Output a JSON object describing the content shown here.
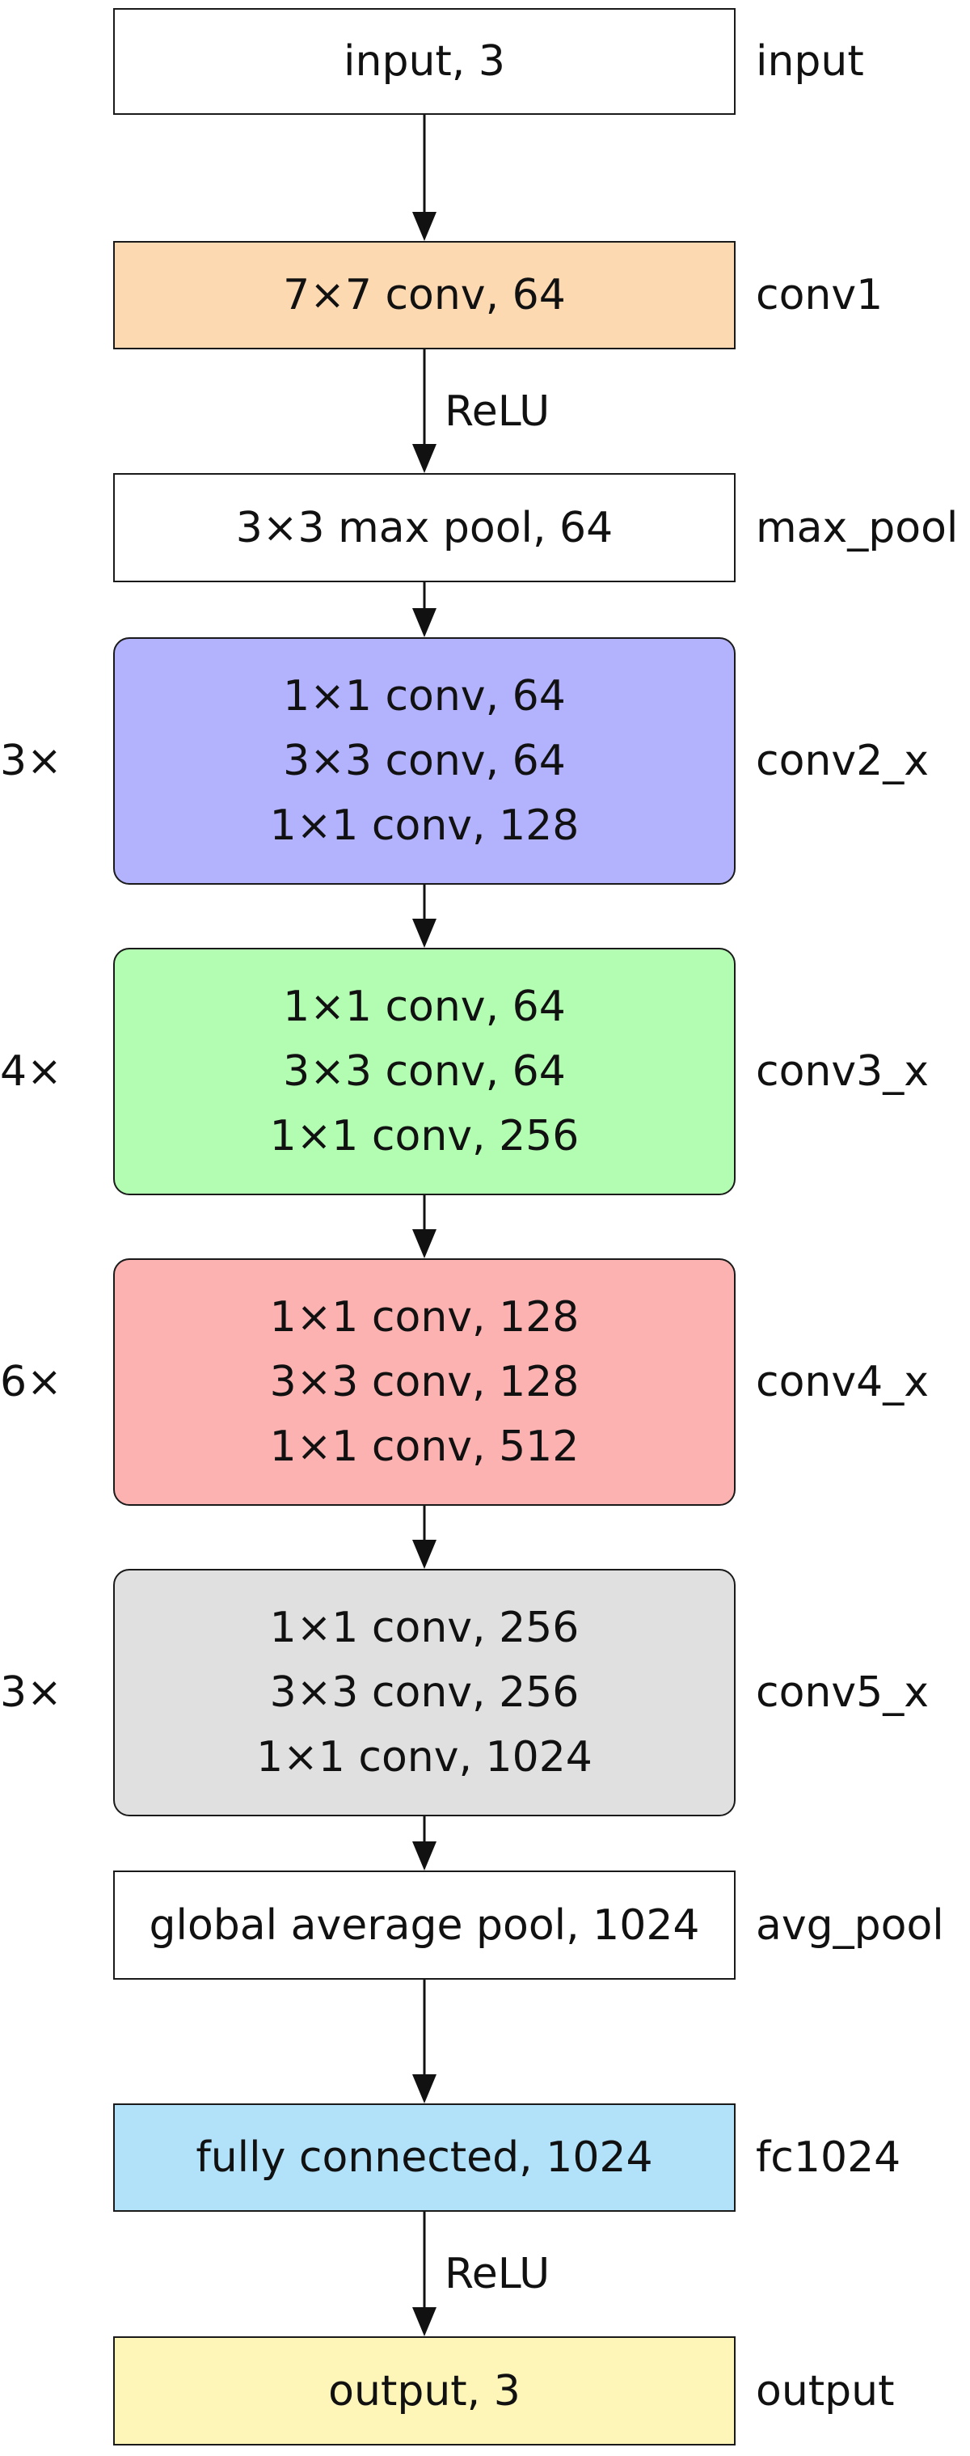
{
  "nodes": [
    {
      "id": "input",
      "lines": [
        "input, 3"
      ],
      "label": "input",
      "fill": "#ffffff",
      "rounded": false
    },
    {
      "id": "conv1",
      "lines": [
        "7×7 conv, 64"
      ],
      "label": "conv1",
      "fill": "#fdd9b2",
      "rounded": false
    },
    {
      "id": "max_pool",
      "lines": [
        "3×3 max pool, 64"
      ],
      "label": "max_pool",
      "fill": "#ffffff",
      "rounded": false
    },
    {
      "id": "conv2_x",
      "lines": [
        "1×1 conv, 64",
        "3×3 conv, 64",
        "1×1 conv, 128"
      ],
      "label": "conv2_x",
      "repeat": "3×",
      "fill": "#b2b2fd",
      "rounded": true
    },
    {
      "id": "conv3_x",
      "lines": [
        "1×1 conv, 64",
        "3×3 conv, 64",
        "1×1 conv, 256"
      ],
      "label": "conv3_x",
      "repeat": "4×",
      "fill": "#b2fdb2",
      "rounded": true
    },
    {
      "id": "conv4_x",
      "lines": [
        "1×1 conv, 128",
        "3×3 conv, 128",
        "1×1 conv, 512"
      ],
      "label": "conv4_x",
      "repeat": "6×",
      "fill": "#fdb2b2",
      "rounded": true
    },
    {
      "id": "conv5_x",
      "lines": [
        "1×1 conv, 256",
        "3×3 conv, 256",
        "1×1 conv, 1024"
      ],
      "label": "conv5_x",
      "repeat": "3×",
      "fill": "#e0e0e0",
      "rounded": true
    },
    {
      "id": "avg_pool",
      "lines": [
        "global average pool, 1024"
      ],
      "label": "avg_pool",
      "fill": "#ffffff",
      "rounded": false
    },
    {
      "id": "fc1024",
      "lines": [
        "fully connected, 1024"
      ],
      "label": "fc1024",
      "fill": "#b2e2fa",
      "rounded": false
    },
    {
      "id": "output",
      "lines": [
        "output, 3"
      ],
      "label": "output",
      "fill": "#fdf6b8",
      "rounded": false
    }
  ],
  "edges": [
    {
      "from": "input",
      "to": "conv1",
      "label": ""
    },
    {
      "from": "conv1",
      "to": "max_pool",
      "label": "ReLU"
    },
    {
      "from": "max_pool",
      "to": "conv2_x",
      "label": ""
    },
    {
      "from": "conv2_x",
      "to": "conv3_x",
      "label": ""
    },
    {
      "from": "conv3_x",
      "to": "conv4_x",
      "label": ""
    },
    {
      "from": "conv4_x",
      "to": "conv5_x",
      "label": ""
    },
    {
      "from": "conv5_x",
      "to": "avg_pool",
      "label": ""
    },
    {
      "from": "avg_pool",
      "to": "fc1024",
      "label": ""
    },
    {
      "from": "fc1024",
      "to": "output",
      "label": "ReLU"
    }
  ]
}
